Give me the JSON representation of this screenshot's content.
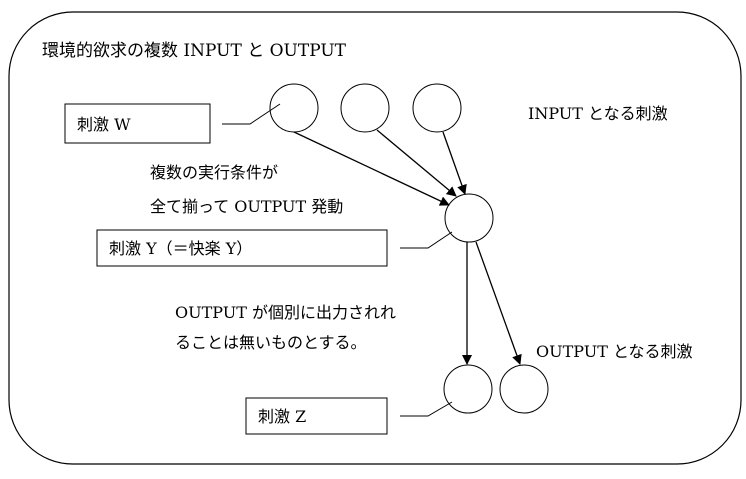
{
  "title": "環境的欲求の複数 INPUT と OUTPUT",
  "labels": {
    "input_stimulus_label": "INPUT となる刺激",
    "output_stimulus_label": "OUTPUT となる刺激",
    "condition_line1": "複数の実行条件が",
    "condition_line2": "全て揃って OUTPUT 発動",
    "output_note_line1": "OUTPUT  が個別に出力されれ",
    "output_note_line2": "ることは無いものとする。"
  },
  "boxes": {
    "stimulus_w": "刺激 W",
    "stimulus_y": "刺激 Y（＝快楽 Y）",
    "stimulus_z": "刺激 Z"
  }
}
